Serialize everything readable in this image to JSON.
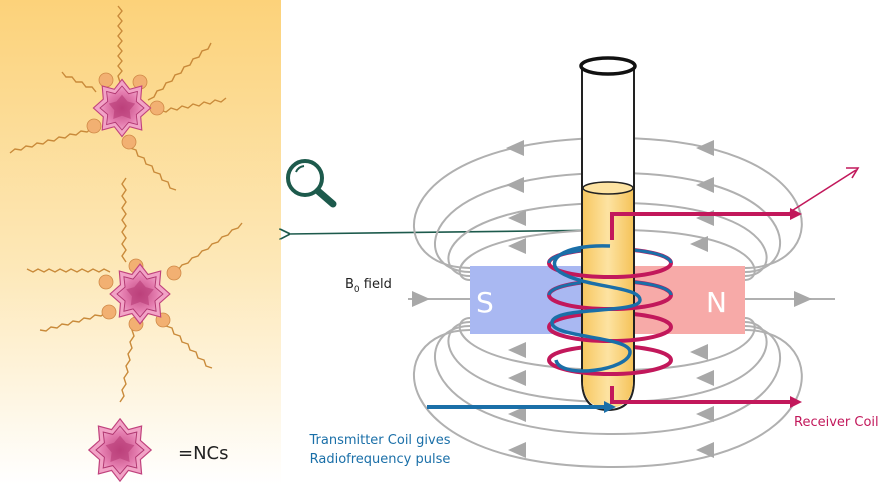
{
  "magnet": {
    "south_label": "S",
    "north_label": "N",
    "south_color": "#a9b8f2",
    "north_color": "#f7aaa8"
  },
  "field": {
    "label_main": "B",
    "label_sub": "0",
    "label_rest": " field"
  },
  "legend": {
    "nc_label": "=NCs"
  },
  "transmitter": {
    "line1": "Transmitter Coil gives",
    "line2": "Radiofrequency pulse",
    "color": "#1a6fa8"
  },
  "receiver": {
    "label": "Receiver Coil t",
    "color": "#c2185b"
  },
  "icons": {
    "zoom": "magnifier-icon"
  },
  "colors": {
    "panel_top": "#fcd27a",
    "panel_bottom": "#ffffff",
    "field_lines": "#b0b0b0",
    "tube_fill": "#fbd98a",
    "nc_color": "#e46aa0",
    "ligand_color": "#c98a3a",
    "bead_color": "#f2b072"
  }
}
